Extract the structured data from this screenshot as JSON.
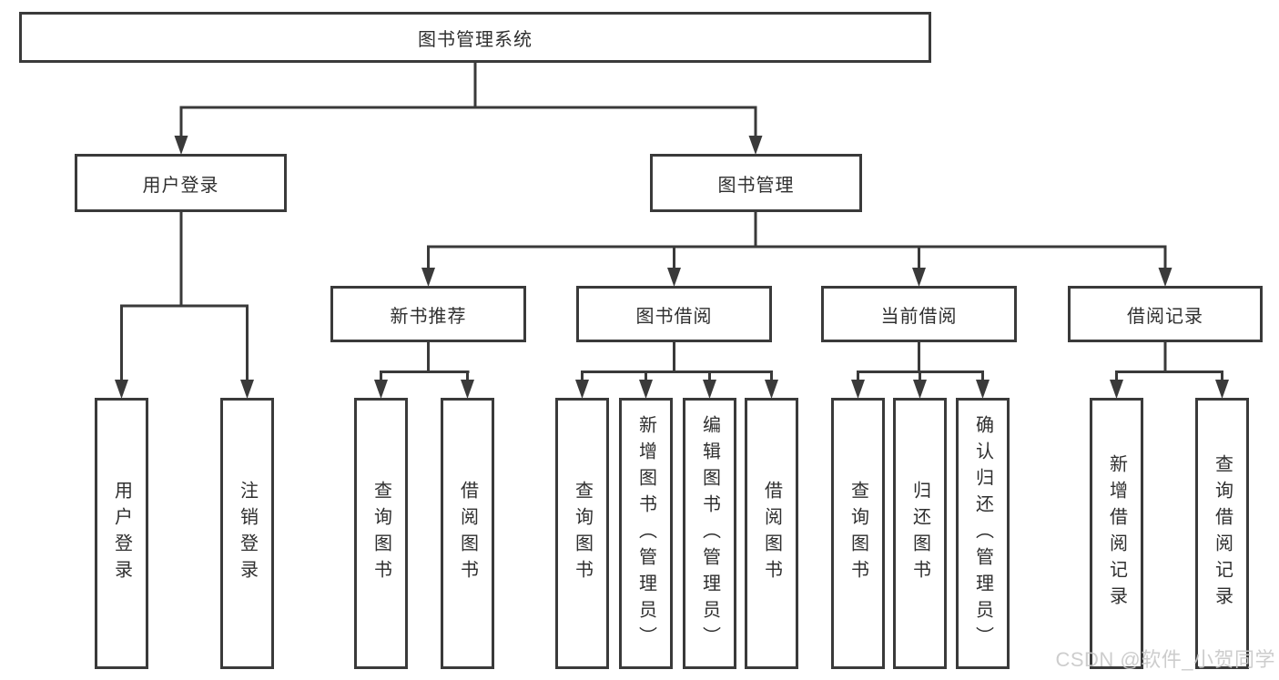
{
  "colors": {
    "line": "#3a3a3a",
    "box_border": "#3a3a3a",
    "text": "#2f2f2f",
    "background": "#ffffff",
    "watermark": "#c8c8c8"
  },
  "watermark": "CSDN @软件_小贺同学",
  "tree": {
    "label": "图书管理系统",
    "children": [
      {
        "label": "用户登录",
        "children": [
          {
            "label": "用户登录"
          },
          {
            "label": "注销登录"
          }
        ]
      },
      {
        "label": "图书管理",
        "children": [
          {
            "label": "新书推荐",
            "children": [
              {
                "label": "查询图书"
              },
              {
                "label": "借阅图书"
              }
            ]
          },
          {
            "label": "图书借阅",
            "children": [
              {
                "label": "查询图书"
              },
              {
                "label": "新增图书（管理员）"
              },
              {
                "label": "编辑图书（管理员）"
              },
              {
                "label": "借阅图书"
              }
            ]
          },
          {
            "label": "当前借阅",
            "children": [
              {
                "label": "查询图书"
              },
              {
                "label": "归还图书"
              },
              {
                "label": "确认归还（管理员）"
              }
            ]
          },
          {
            "label": "借阅记录",
            "children": [
              {
                "label": "新增借阅记录"
              },
              {
                "label": "查询借阅记录"
              }
            ]
          }
        ]
      }
    ]
  }
}
